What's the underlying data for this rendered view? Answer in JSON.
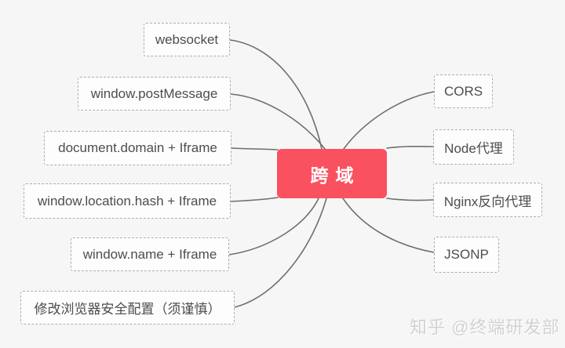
{
  "diagram": {
    "title_topic": "cross-origin mind map",
    "center_node": {
      "label": "跨域"
    },
    "left_nodes": [
      {
        "label": "websocket"
      },
      {
        "label": "window.postMessage"
      },
      {
        "label": "document.domain + Iframe"
      },
      {
        "label": "window.location.hash + Iframe"
      },
      {
        "label": "window.name + Iframe"
      },
      {
        "label": "修改浏览器安全配置（须谨慎）"
      }
    ],
    "right_nodes": [
      {
        "label": "CORS"
      },
      {
        "label": "Node代理"
      },
      {
        "label": "Nginx反向代理"
      },
      {
        "label": "JSONP"
      }
    ],
    "colors": {
      "center_bg": "#f9515f",
      "center_text": "#ffffff",
      "connector": "#6e6e6e",
      "box_border": "#adadad",
      "box_bg": "#fdfdfd",
      "box_text": "#4d4d4d",
      "canvas_bg": "#f6f6f7"
    }
  },
  "watermark": {
    "text": "知乎 @终端研发部"
  }
}
